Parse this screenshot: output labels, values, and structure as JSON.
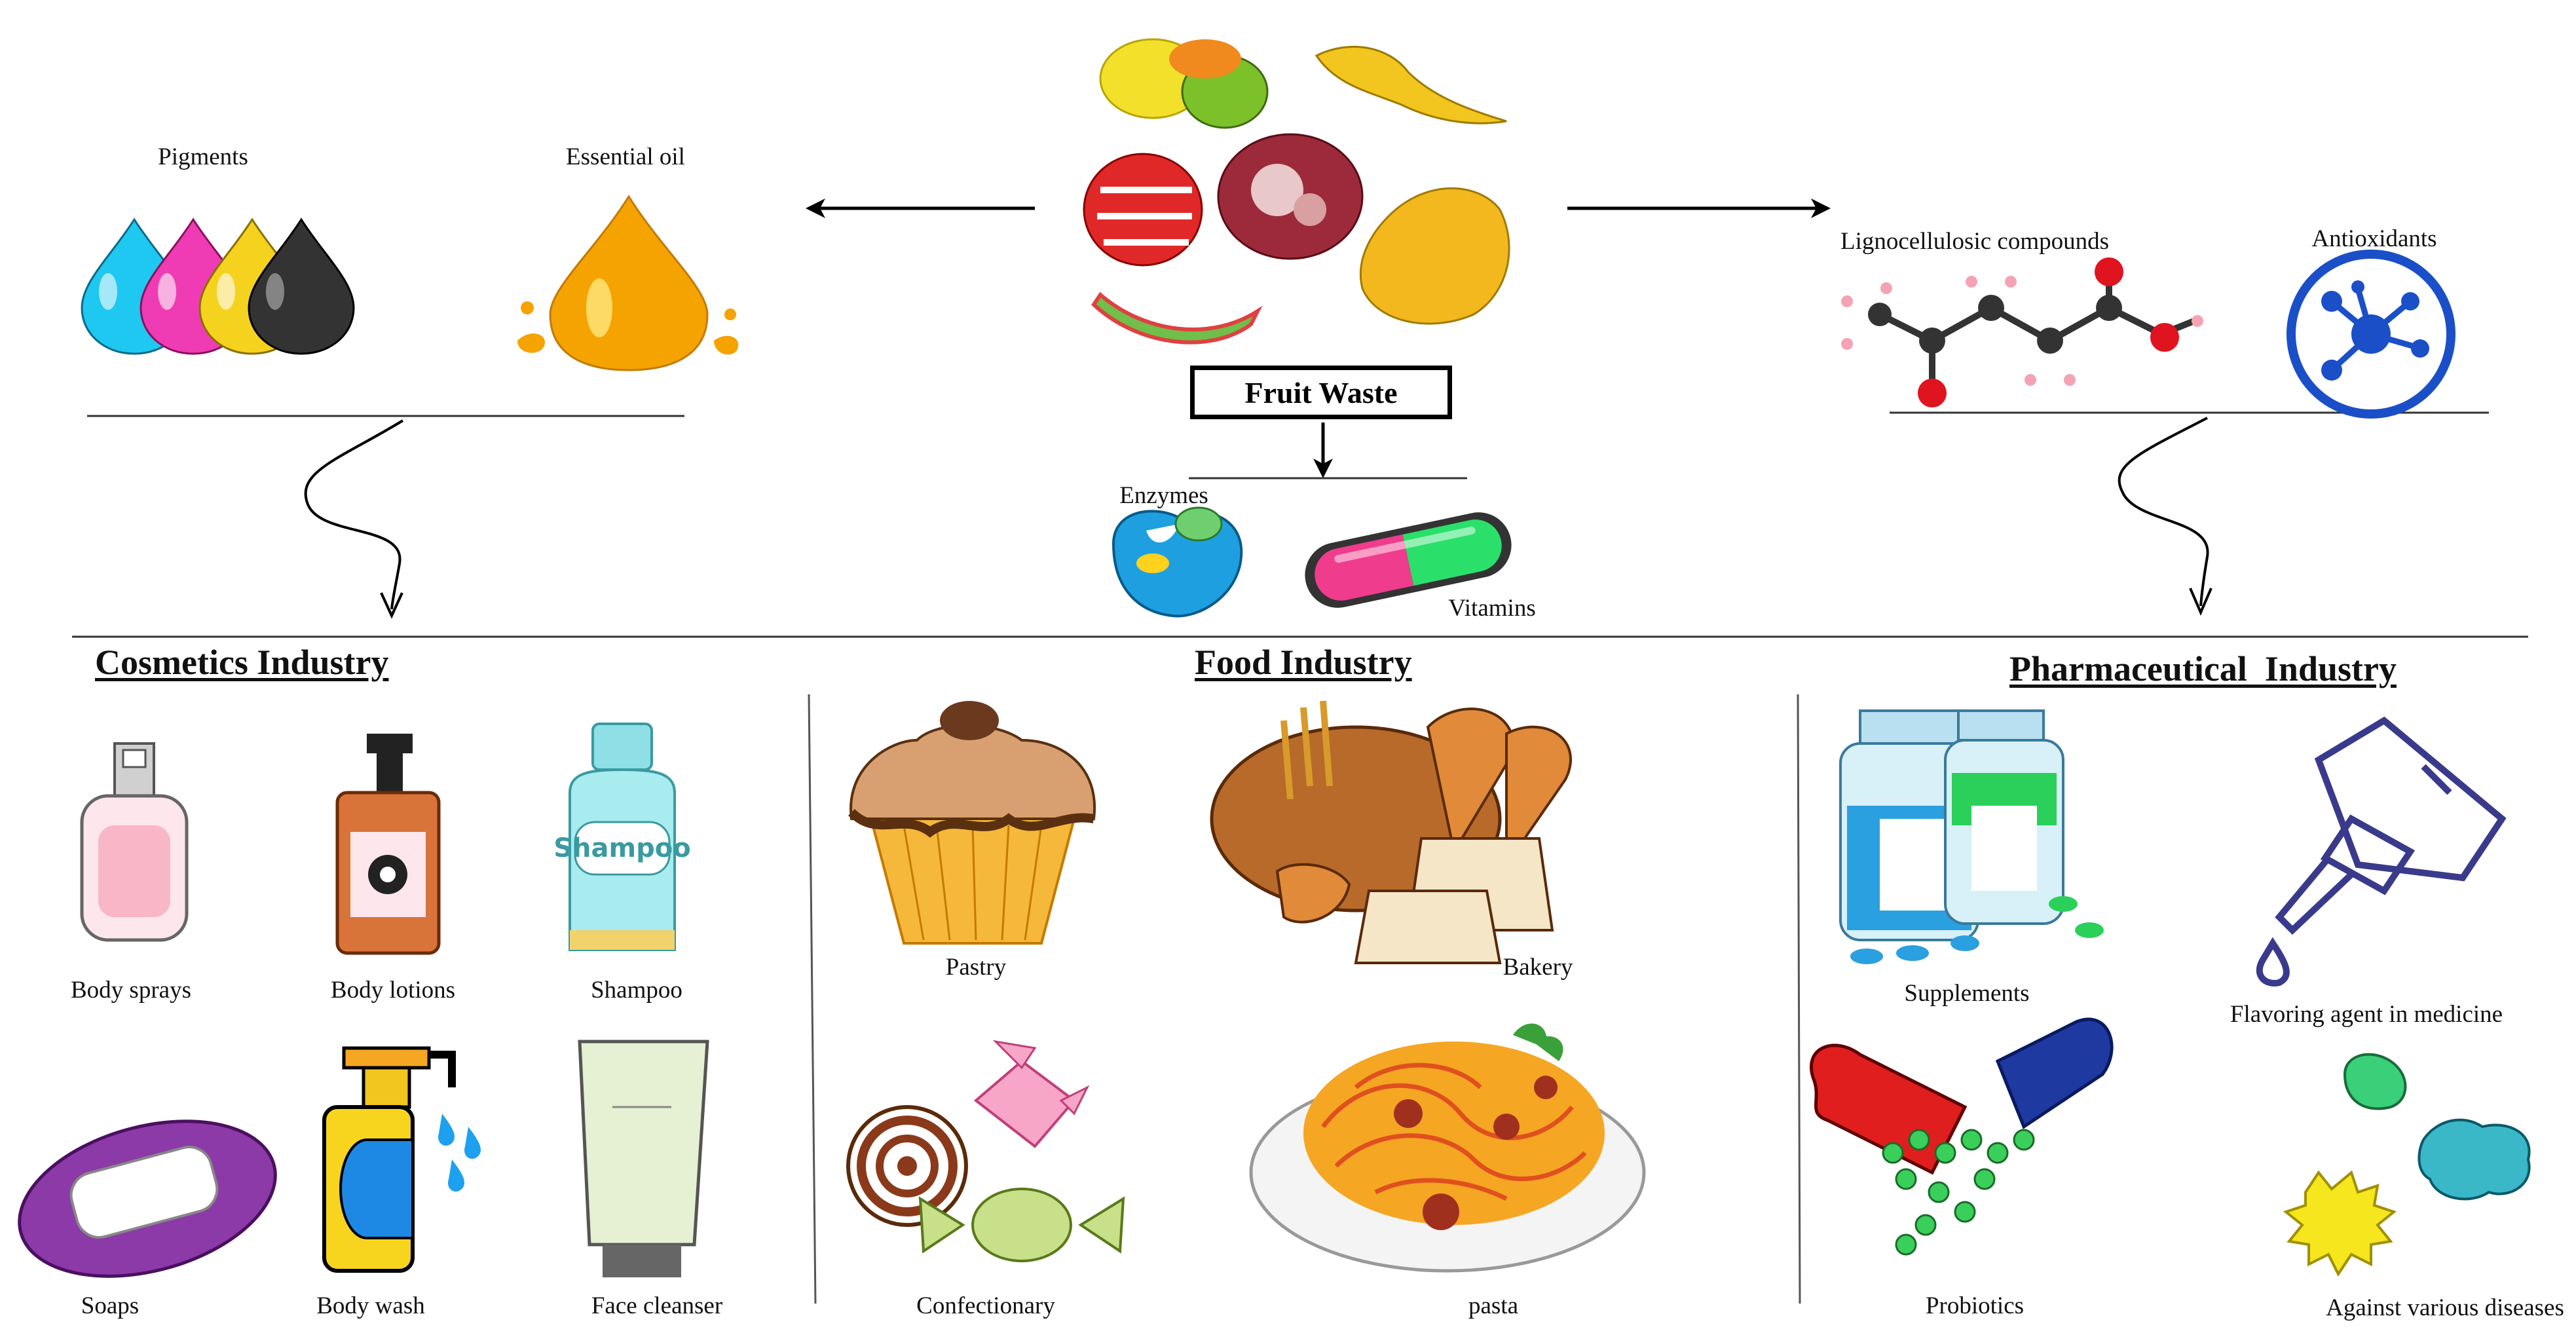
{
  "center": {
    "title": "Fruit Waste"
  },
  "top_left": {
    "pigments": "Pigments",
    "essential_oil": "Essential oil"
  },
  "top_right": {
    "lignocellulosic": "Lignocellulosic compounds",
    "antioxidants": "Antioxidants"
  },
  "middle": {
    "enzymes": "Enzymes",
    "vitamins": "Vitamins"
  },
  "cosmetics": {
    "heading": "Cosmetics Industry",
    "items": [
      "Body sprays",
      "Body lotions",
      "Shampoo",
      "Soaps",
      "Body wash",
      "Face cleanser"
    ],
    "shampoo_bottle_text": "Shampoo"
  },
  "food": {
    "heading": "Food Industry",
    "items": [
      "Pastry",
      "Bakery",
      "Confectionary",
      "pasta"
    ]
  },
  "pharma": {
    "heading": "Pharmaceutical  Industry",
    "items": [
      "Supplements",
      "Flavoring agent in medicine",
      "Probiotics",
      "Against various diseases"
    ]
  },
  "colors": {
    "cyan": "#1ec8f0",
    "magenta": "#f03cb4",
    "yellow": "#f5d21e",
    "black": "#333333",
    "oil": "#f5a300",
    "molecule_black": "#333333",
    "molecule_red": "#e0141e",
    "molecule_pink": "#f4a3b5",
    "antioxidant_blue": "#1a4fc8",
    "flavor_purple": "#3a3a8c"
  }
}
